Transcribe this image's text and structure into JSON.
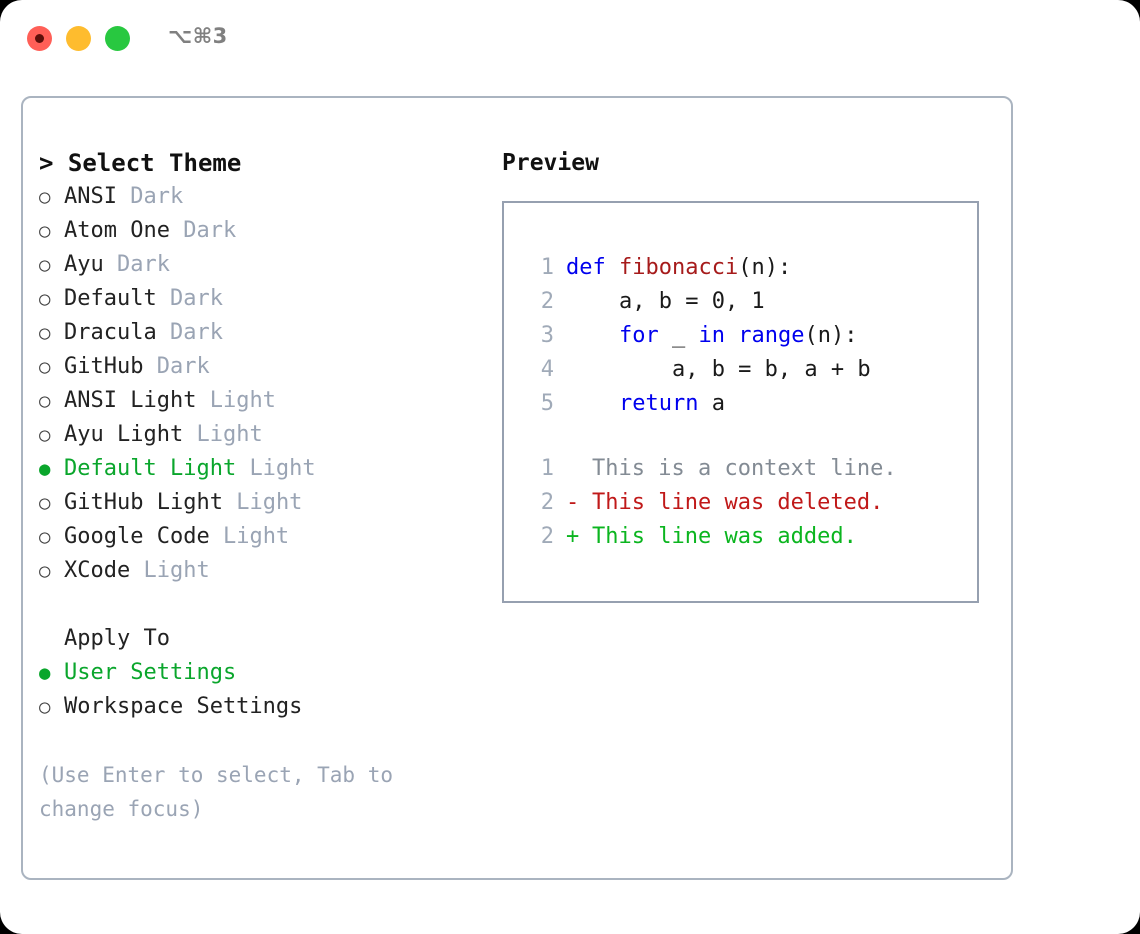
{
  "window": {
    "shortcut": "⌥⌘3",
    "traffic_lights": [
      "close-red",
      "minimize-yellow",
      "maximize-green"
    ]
  },
  "left_pane": {
    "title": "> Select Theme",
    "themes": [
      {
        "bullet": "○",
        "name": "ANSI",
        "category": "Dark",
        "selected": false
      },
      {
        "bullet": "○",
        "name": "Atom One",
        "category": "Dark",
        "selected": false
      },
      {
        "bullet": "○",
        "name": "Ayu",
        "category": "Dark",
        "selected": false
      },
      {
        "bullet": "○",
        "name": "Default",
        "category": "Dark",
        "selected": false
      },
      {
        "bullet": "○",
        "name": "Dracula",
        "category": "Dark",
        "selected": false
      },
      {
        "bullet": "○",
        "name": "GitHub",
        "category": "Dark",
        "selected": false
      },
      {
        "bullet": "○",
        "name": "ANSI Light",
        "category": "Light",
        "selected": false
      },
      {
        "bullet": "○",
        "name": "Ayu Light",
        "category": "Light",
        "selected": false
      },
      {
        "bullet": "●",
        "name": "Default Light",
        "category": "Light",
        "selected": true
      },
      {
        "bullet": "○",
        "name": "GitHub Light",
        "category": "Light",
        "selected": false
      },
      {
        "bullet": "○",
        "name": "Google Code",
        "category": "Light",
        "selected": false
      },
      {
        "bullet": "○",
        "name": "XCode",
        "category": "Light",
        "selected": false
      }
    ],
    "apply_to": {
      "label": "Apply To",
      "options": [
        {
          "bullet": "●",
          "label": "User Settings",
          "selected": true
        },
        {
          "bullet": "○",
          "label": "Workspace Settings",
          "selected": false
        }
      ]
    },
    "hint": "(Use Enter to select, Tab to change focus)"
  },
  "right_pane": {
    "title": "Preview",
    "code": [
      {
        "no": "1",
        "tokens": [
          {
            "t": "def ",
            "c": "kw"
          },
          {
            "t": "fibonacci",
            "c": "fn"
          },
          {
            "t": "(n):",
            "c": "plain"
          }
        ]
      },
      {
        "no": "2",
        "tokens": [
          {
            "t": "    a, b = 0, 1",
            "c": "plain"
          }
        ]
      },
      {
        "no": "3",
        "tokens": [
          {
            "t": "    ",
            "c": "plain"
          },
          {
            "t": "for",
            "c": "kw"
          },
          {
            "t": " _ ",
            "c": "plain"
          },
          {
            "t": "in",
            "c": "kw"
          },
          {
            "t": " ",
            "c": "plain"
          },
          {
            "t": "range",
            "c": "kw"
          },
          {
            "t": "(n):",
            "c": "plain"
          }
        ]
      },
      {
        "no": "4",
        "tokens": [
          {
            "t": "        a, b = b, a + b",
            "c": "plain"
          }
        ]
      },
      {
        "no": "5",
        "tokens": [
          {
            "t": "    ",
            "c": "plain"
          },
          {
            "t": "return",
            "c": "kw"
          },
          {
            "t": " a",
            "c": "plain"
          }
        ]
      }
    ],
    "diff": [
      {
        "no": "1",
        "mark": " ",
        "text": "This is a context line.",
        "kind": "ctx"
      },
      {
        "no": "2",
        "mark": "-",
        "text": "This line was deleted.",
        "kind": "del"
      },
      {
        "no": "2",
        "mark": "+",
        "text": "This line was added.",
        "kind": "add"
      }
    ]
  },
  "colors": {
    "accent_green": "#0aa62c",
    "muted": "#9aa4b4",
    "keyword_blue": "#0000ee",
    "function_red": "#a61b1b",
    "diff_delete": "#c01919",
    "diff_add": "#0bb51f",
    "border": "#aab4c0"
  }
}
